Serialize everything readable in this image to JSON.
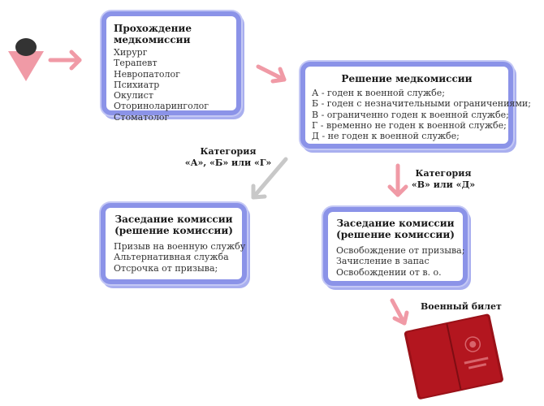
{
  "box_exam": {
    "title": "Прохождение медкомиссии",
    "items": [
      "Хирург",
      "Терапевт",
      "Невропатолог",
      "Психиатр",
      "Окулист",
      "Оториноларинголог",
      "Стоматолог"
    ]
  },
  "box_decision": {
    "title": "Решение медкомиссии",
    "items": [
      "А - годен к военной службе;",
      "Б - годен с незначительными ограничениями;",
      "В - ограниченно годен к военной службе;",
      "Г - временно не годен к военной службе;",
      "Д - не годен к военной службе;"
    ]
  },
  "label_left": {
    "line1": "Категория",
    "line2": "«А», «Б» или «Г»"
  },
  "label_right": {
    "line1": "Категория",
    "line2": "«В» или «Д»"
  },
  "box_commission_left": {
    "title_line1": "Заседание комиссии",
    "title_line2": "(решение комиссии)",
    "items": [
      "Призыв на военную службу",
      "Альтернативная служба",
      "Отсрочка от призыва;"
    ]
  },
  "box_commission_right": {
    "title_line1": "Заседание комиссии",
    "title_line2": "(решение комиссии)",
    "items": [
      "Освобождение от призыва;",
      "Зачисление в запас",
      "Освобождении от в. о."
    ]
  },
  "label_ticket": "Военный билет",
  "colors": {
    "box_border": "#8b93e8",
    "arrow_pink": "#f09aa6",
    "arrow_gray": "#c8c8c8",
    "start_dark": "#333333",
    "ticket_red": "#a8141c"
  }
}
